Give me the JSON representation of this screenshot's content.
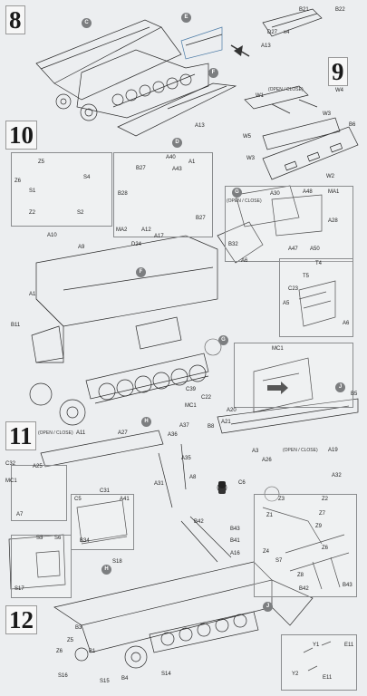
{
  "steps": {
    "s8": "8",
    "s9": "9",
    "s10": "10",
    "s11": "11",
    "s12": "12"
  },
  "sections": {
    "c": "C",
    "e": "E",
    "f": "F",
    "g": "G",
    "h": "H",
    "j": "J",
    "d": "D"
  },
  "labels": {
    "a13": "A13",
    "b21": "B21",
    "b22": "B22",
    "d27": "D27",
    "w4": "W4",
    "w1": "W1",
    "w5": "W5",
    "w3": "W3",
    "w2": "W2",
    "b6": "B6",
    "open_close": "(OPEN / CLOSE)",
    "z5": "Z5",
    "z6": "Z6",
    "s1": "S1",
    "z2": "Z2",
    "s2": "S2",
    "s4": "S4",
    "a40": "A40",
    "a1": "A1",
    "a43": "A43",
    "b27": "B27",
    "b28": "B28",
    "ma2": "MA2",
    "a12": "A12",
    "a17": "A17",
    "d24": "D24",
    "a30": "A30",
    "a48": "A48",
    "ma1": "MA1",
    "a28": "A28",
    "b32": "B32",
    "a6": "A6",
    "a47": "A47",
    "a50": "A50",
    "a10": "A10",
    "a9": "A9",
    "b11": "B11",
    "t4": "T4",
    "t5": "T5",
    "c23": "C23",
    "a5": "A5",
    "mc1": "MC1",
    "b5": "B5",
    "c39": "C39",
    "c22": "C22",
    "a20": "A20",
    "a21": "A21",
    "a37": "A37",
    "a36": "A36",
    "b8": "B8",
    "a3": "A3",
    "a26": "A26",
    "a19": "A19",
    "a35": "A35",
    "a8": "A8",
    "c6": "C6",
    "a32": "A32",
    "a27": "A27",
    "a11": "A11",
    "c32": "C32",
    "a25": "A25",
    "a31": "A31",
    "c5": "C5",
    "c31": "C31",
    "a41": "A41",
    "b34": "B34",
    "s3": "S3",
    "s6": "S6",
    "s17": "S17",
    "s18": "S18",
    "b42": "B42",
    "b43": "B43",
    "b41": "B41",
    "a16": "A16",
    "z3": "Z3",
    "z1": "Z1",
    "z4": "Z4",
    "s7": "S7",
    "z8": "Z8",
    "b3": "B3",
    "b1": "B1",
    "s16": "S16",
    "s15": "S15",
    "b4": "B4",
    "s14": "S14",
    "y1": "Y1",
    "y2": "Y2",
    "e11": "E11",
    "z7": "Z7",
    "z9": "Z9",
    "a7": "A7",
    "x4": "x4"
  }
}
